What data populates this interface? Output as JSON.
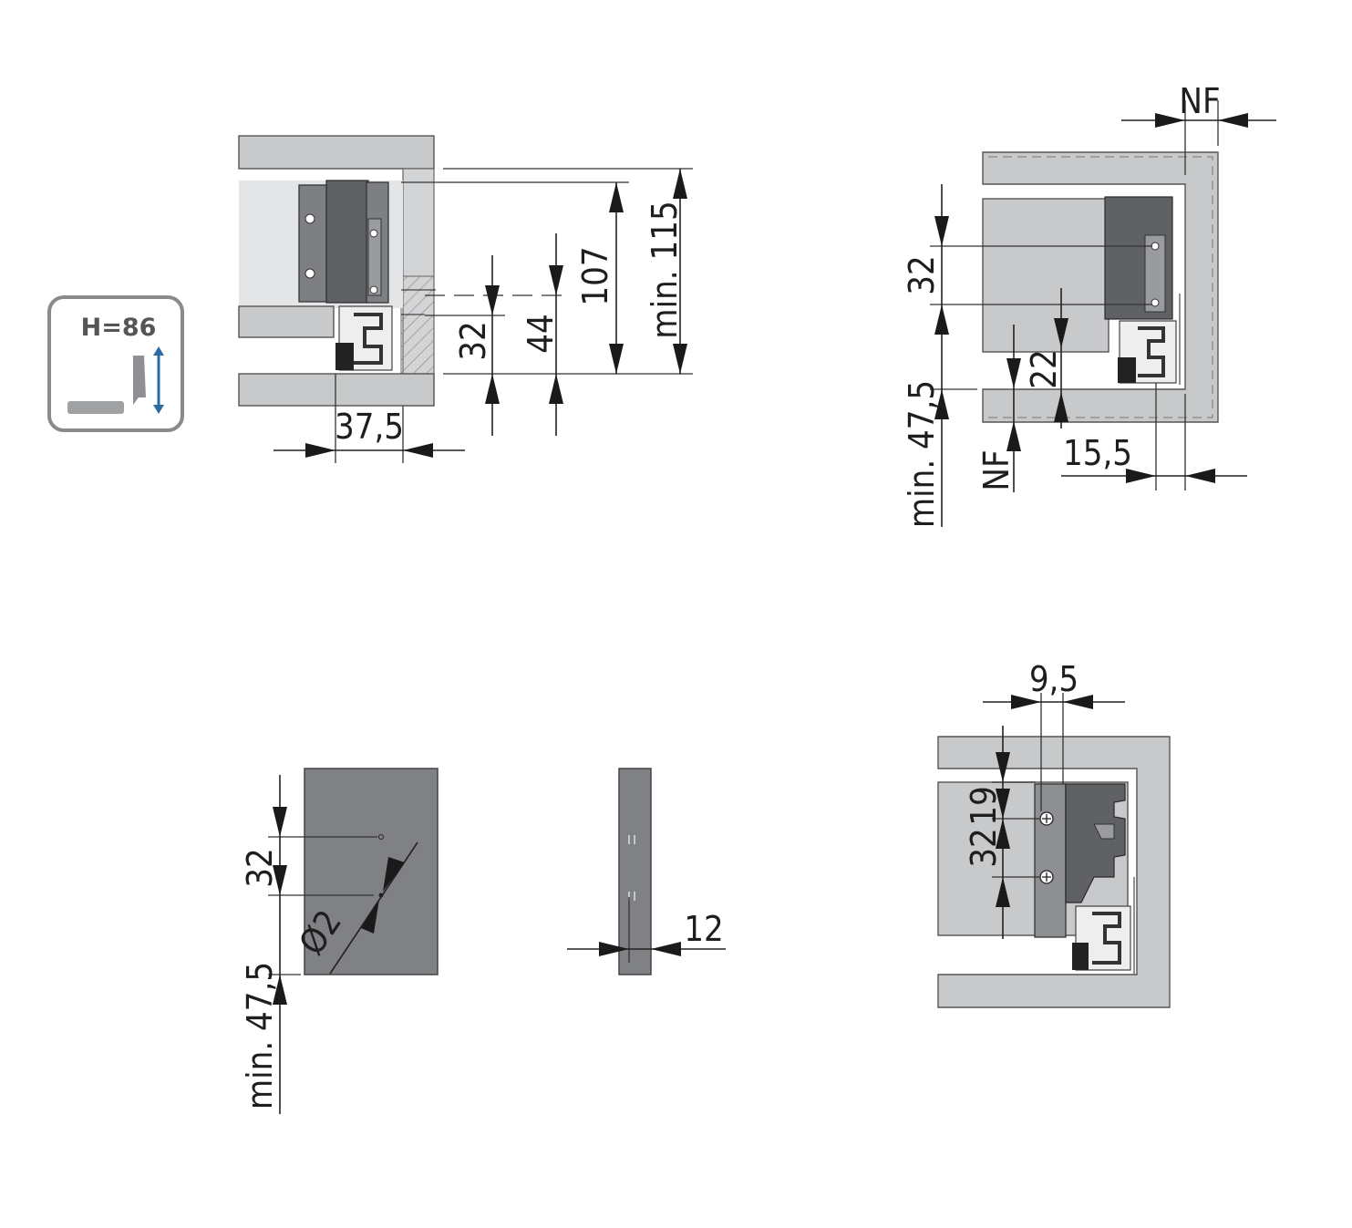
{
  "badge": {
    "label": "H=86",
    "accent_color": "#2b6ca3"
  },
  "view_front": {
    "dim_height_outer": "min. 115",
    "dim_height_inner": "107",
    "dim_hole_44": "44",
    "dim_hole_32": "32",
    "dim_width": "37,5"
  },
  "view_side": {
    "dim_nf_top": "NF",
    "dim_32": "32",
    "dim_min_47_5": "min. 47,5",
    "dim_22": "22",
    "dim_nf_bottom": "NF",
    "dim_15_5": "15,5"
  },
  "view_drill": {
    "dim_32": "32",
    "dim_diameter": "Ø2",
    "dim_min_47_5": "min. 47,5",
    "dim_12": "12"
  },
  "view_mount": {
    "dim_9_5": "9,5",
    "dim_19": "19",
    "dim_32": "32"
  },
  "colors": {
    "panel": "#c8c9cb",
    "slide": "#7d7f83",
    "line": "#222222"
  }
}
